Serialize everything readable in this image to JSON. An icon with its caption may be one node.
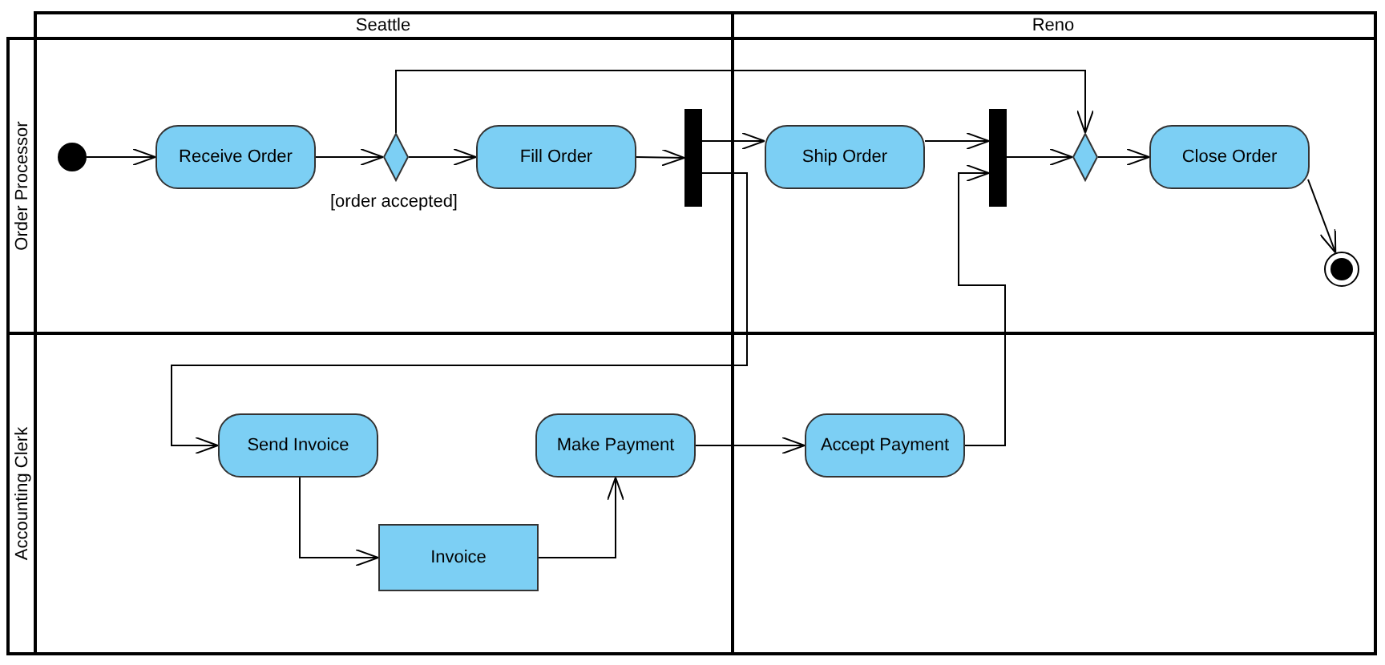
{
  "diagram": {
    "nodes": [
      {
        "text": [],
        "shape": "circle"
      },
      {
        "text": [
          "Receive Order"
        ]
      },
      {
        "text": [],
        "shape": "diamond"
      },
      {
        "text": [
          "Fill Order"
        ]
      },
      {
        "text": [],
        "shape": "bar"
      },
      {
        "text": [
          "Ship Order"
        ]
      },
      {
        "text": [],
        "shape": "bar"
      },
      {
        "text": [],
        "shape": "diamond"
      },
      {
        "text": [
          "Close Order"
        ]
      },
      {
        "text": [],
        "shape": "circle"
      },
      {
        "text": [
          "Send Invoice"
        ]
      },
      {
        "text": [
          "Invoice"
        ]
      },
      {
        "text": [
          "Make Payment"
        ]
      },
      {
        "text": [
          "Accept Payment"
        ]
      }
    ],
    "edges": [
      {
        "from": 0,
        "to": 1,
        "arrow": "to"
      },
      {
        "from": 1,
        "to": 2,
        "arrow": "to"
      },
      {
        "from": 2,
        "to": 3,
        "arrow": "to",
        "label": "[order accepted]"
      },
      {
        "from": 2,
        "to": 7,
        "arrow": "to"
      },
      {
        "from": 3,
        "to": 4,
        "arrow": "to"
      },
      {
        "from": 4,
        "to": 5,
        "arrow": "to"
      },
      {
        "from": 4,
        "to": 10,
        "arrow": "to"
      },
      {
        "from": 5,
        "to": 6,
        "arrow": "to"
      },
      {
        "from": 6,
        "to": 7,
        "arrow": "to"
      },
      {
        "from": 7,
        "to": 8,
        "arrow": "to"
      },
      {
        "from": 8,
        "to": 9,
        "arrow": "to"
      },
      {
        "from": 10,
        "to": 11,
        "arrow": "to"
      },
      {
        "from": 11,
        "to": 12,
        "arrow": "to"
      },
      {
        "from": 12,
        "to": 13,
        "arrow": "to"
      },
      {
        "from": 13,
        "to": 6,
        "arrow": "to"
      }
    ],
    "labels": [
      "Seattle",
      "Reno",
      "Order Processor",
      "Accounting Clerk"
    ]
  }
}
